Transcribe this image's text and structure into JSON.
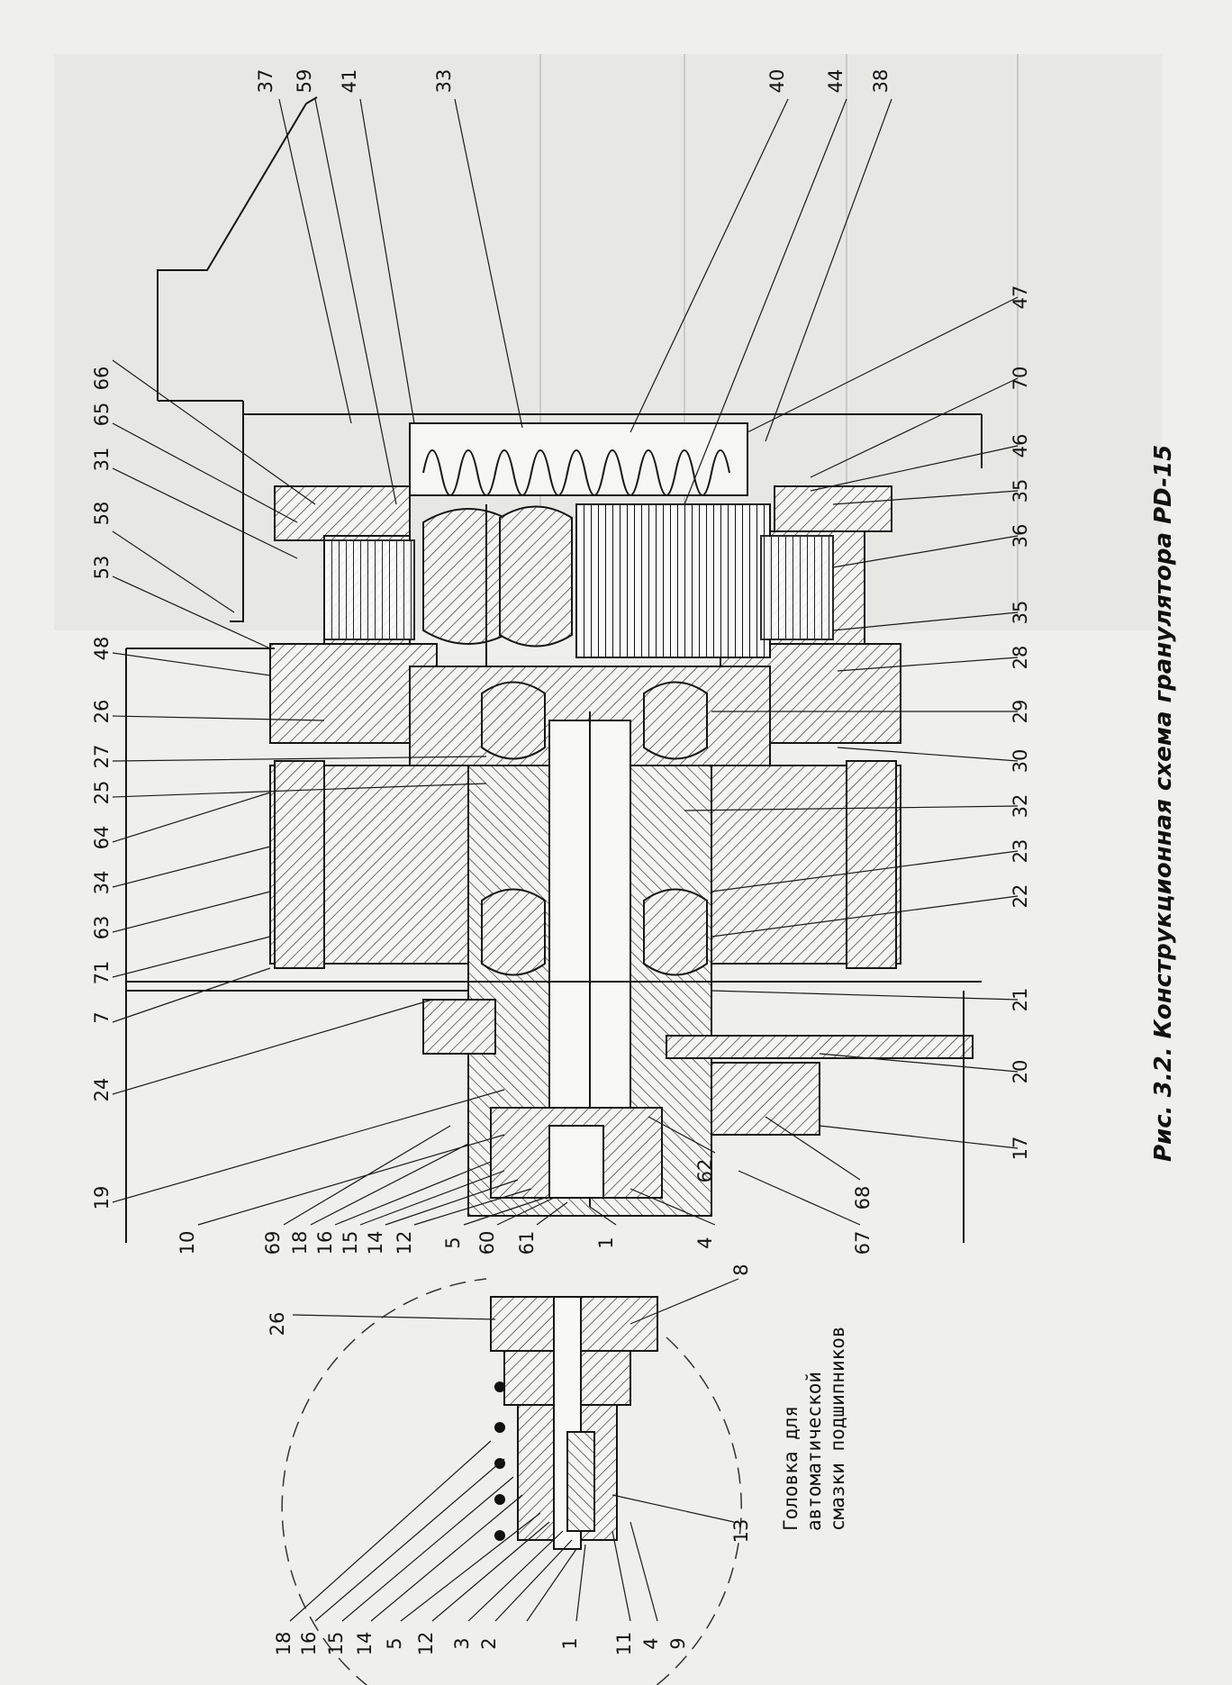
{
  "caption": "Рис. 3.2. Конструкционная схема гранулятора PD-15",
  "detail_note": [
    "Головка для",
    "автоматической",
    "смазки подшипников"
  ],
  "callouts": {
    "top": [
      "37",
      "59",
      "41",
      "33",
      "40",
      "44",
      "38"
    ],
    "left": [
      "53",
      "58",
      "31",
      "65",
      "66",
      "48",
      "26",
      "27",
      "25",
      "64",
      "34",
      "63",
      "71",
      "7",
      "24",
      "19",
      "10",
      "69",
      "18",
      "16",
      "15",
      "14",
      "12",
      "5",
      "60",
      "61",
      "1",
      "4",
      "62"
    ],
    "right": [
      "47",
      "70",
      "46",
      "35",
      "36",
      "35",
      "28",
      "29",
      "30",
      "32",
      "23",
      "22",
      "21",
      "20",
      "17",
      "68",
      "67"
    ],
    "detail": [
      "26",
      "8",
      "13",
      "18",
      "16",
      "15",
      "14",
      "5",
      "12",
      "3",
      "2",
      "1",
      "11",
      "4",
      "9"
    ]
  },
  "colors": {
    "ink": "#161616",
    "paper": "#efefed",
    "ghost": "#9a9a9a"
  }
}
